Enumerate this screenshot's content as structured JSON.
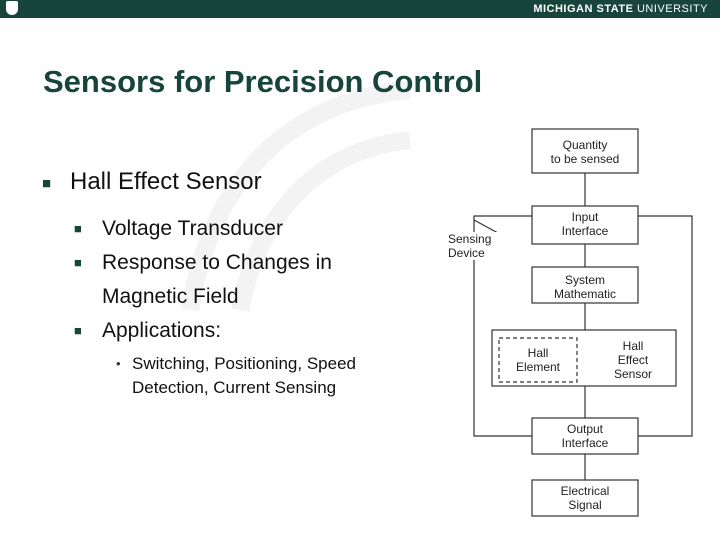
{
  "header": {
    "university_bold": "MICHIGAN STATE",
    "university_light": "UNIVERSITY"
  },
  "slide": {
    "title": "Sensors for Precision Control",
    "bullets": {
      "level1": "Hall Effect Sensor",
      "level2": [
        "Voltage Transducer",
        "Response to Changes in",
        "Magnetic Field",
        "Applications:"
      ],
      "level3": [
        "Switching, Positioning, Speed",
        "Detection, Current Sensing"
      ]
    }
  },
  "diagram": {
    "quantity_line1": "Quantity",
    "quantity_line2": "to be sensed",
    "input_line1": "Input",
    "input_line2": "Interface",
    "system_line1": "System",
    "system_line2": "Mathematic",
    "hall_element_line1": "Hall",
    "hall_element_line2": "Element",
    "hall_sensor_line1": "Hall",
    "hall_sensor_line2": "Effect",
    "hall_sensor_line3": "Sensor",
    "output_line1": "Output",
    "output_line2": "Interface",
    "electrical_line1": "Electrical",
    "electrical_line2": "Signal",
    "sensing_line1": "Sensing",
    "sensing_line2": "Device"
  },
  "colors": {
    "brand_green": "#18453b"
  }
}
